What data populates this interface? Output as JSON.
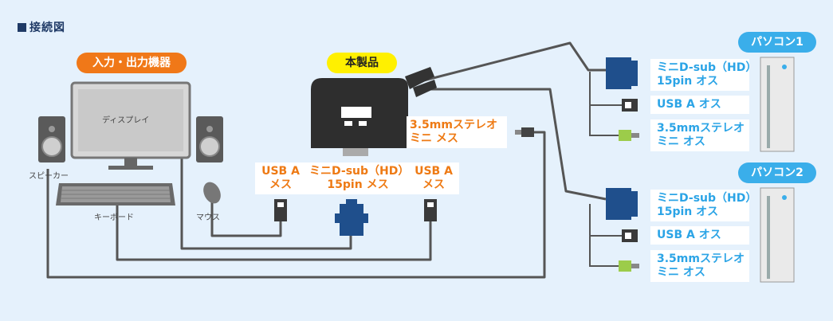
{
  "heading": "接続図",
  "labels": {
    "io_devices": "入力・出力機器",
    "product": "本製品",
    "pc1": "パソコン1",
    "pc2": "パソコン2",
    "display": "ディスプレイ",
    "speaker": "スピーカー",
    "keyboard": "キーボード",
    "mouse": "マウス"
  },
  "product_ports": {
    "usb1": [
      "USB A",
      "メス"
    ],
    "dsub": [
      "ミニD-sub（HD）",
      "15pin メス"
    ],
    "usb2": [
      "USB A",
      "メス"
    ],
    "audio": [
      "3.5mmステレオ",
      "ミニ メス"
    ]
  },
  "pc1_ports": {
    "dsub": [
      "ミニD-sub（HD）",
      "15pin オス"
    ],
    "usb": [
      "USB A オス"
    ],
    "audio": [
      "3.5mmステレオ",
      "ミニ オス"
    ]
  },
  "pc2_ports": {
    "dsub": [
      "ミニD-sub（HD）",
      "15pin オス"
    ],
    "usb": [
      "USB A オス"
    ],
    "audio": [
      "3.5mmステレオ",
      "ミニ オス"
    ]
  },
  "colors": {
    "background": "#e5f1fc",
    "orange": "#f07818",
    "yellow": "#fff000",
    "blue": "#3aaeea",
    "cable": "#555555",
    "vga_blue": "#1f4f8c",
    "audio_green": "#9ccc4a"
  }
}
